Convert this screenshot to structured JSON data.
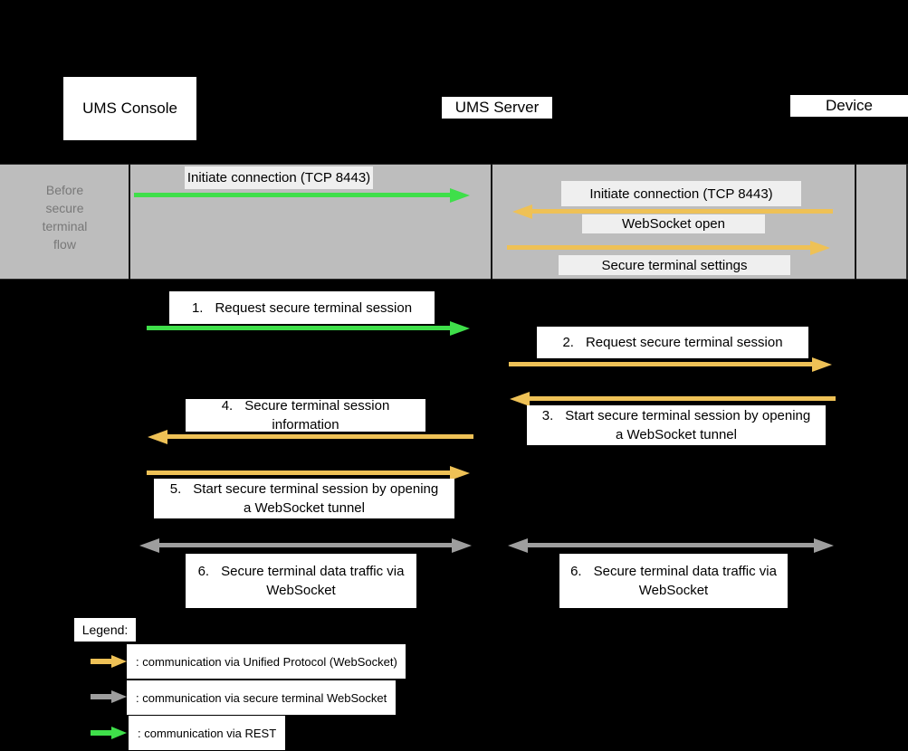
{
  "actors": {
    "console": "UMS Console",
    "server": "UMS Server",
    "device": "Device"
  },
  "band": {
    "caption_lines": [
      "Before",
      "secure",
      "terminal",
      "flow"
    ],
    "messages": [
      {
        "text": "Initiate connection (TCP 8443)",
        "type": "rest",
        "from": "console",
        "to": "server"
      },
      {
        "text": "Initiate connection (TCP 8443)",
        "type": "unified",
        "from": "device",
        "to": "server"
      },
      {
        "text": "WebSocket open",
        "type": "unified",
        "from": "server",
        "to": "device"
      },
      {
        "text": "Secure terminal settings",
        "type": "unified",
        "from": "server",
        "to": "device"
      }
    ]
  },
  "steps": [
    {
      "num": "1.",
      "line1": "Request secure terminal session",
      "type": "rest",
      "from": "console",
      "to": "server"
    },
    {
      "num": "2.",
      "line1": "Request secure terminal session",
      "type": "unified",
      "from": "server",
      "to": "device"
    },
    {
      "num": "3.",
      "line1": "Start secure terminal session by opening",
      "line2": "a WebSocket tunnel",
      "type": "unified",
      "from": "device",
      "to": "server"
    },
    {
      "num": "4.",
      "line1": "Secure terminal session",
      "line2": "information",
      "type": "unified",
      "from": "server",
      "to": "console"
    },
    {
      "num": "5.",
      "line1": "Start secure terminal session by opening",
      "line2": "a WebSocket tunnel",
      "type": "unified",
      "from": "console",
      "to": "server"
    },
    {
      "num": "6.",
      "line1": "Secure terminal data traffic via",
      "line2": "WebSocket",
      "type": "secure",
      "from": "console",
      "to": "server"
    },
    {
      "num": "6.",
      "line1": "Secure terminal data traffic via",
      "line2": "WebSocket",
      "type": "secure",
      "from": "server",
      "to": "device"
    }
  ],
  "legend": {
    "title": "Legend:",
    "items": [
      {
        "label": ": communication via Unified Protocol (WebSocket)",
        "type": "unified"
      },
      {
        "label": ": communication via secure terminal WebSocket",
        "type": "secure"
      },
      {
        "label": ": communication via REST",
        "type": "rest"
      }
    ]
  },
  "colors": {
    "background": "#000000",
    "band_bg": "#bdbdbd",
    "band_label_bg": "#efefef",
    "band_text": "#787878",
    "box_bg": "#ffffff",
    "text": "#000000",
    "rest_green": "#3fdf4a",
    "unified_orange": "#eec156",
    "secure_gray": "#9e9e9e"
  }
}
